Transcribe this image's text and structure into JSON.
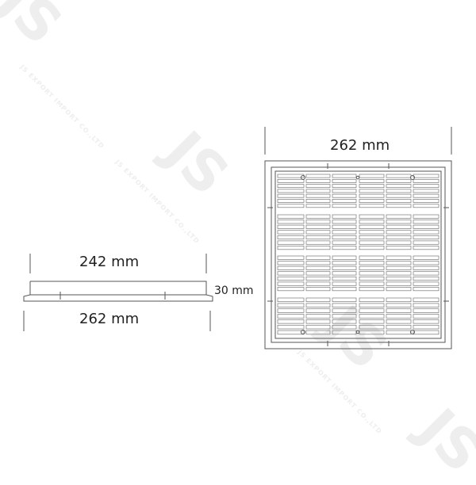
{
  "side_view": {
    "top_dimension": "242 mm",
    "bottom_dimension": "262 mm",
    "height_dimension": "30 mm"
  },
  "top_view": {
    "width_dimension": "262 mm"
  },
  "watermark": {
    "logo": "JS",
    "company": "JS EXPORT IMPORT CO.,LTD"
  },
  "colors": {
    "line": "#555555",
    "text": "#222222",
    "watermark": "#eeeeee"
  }
}
